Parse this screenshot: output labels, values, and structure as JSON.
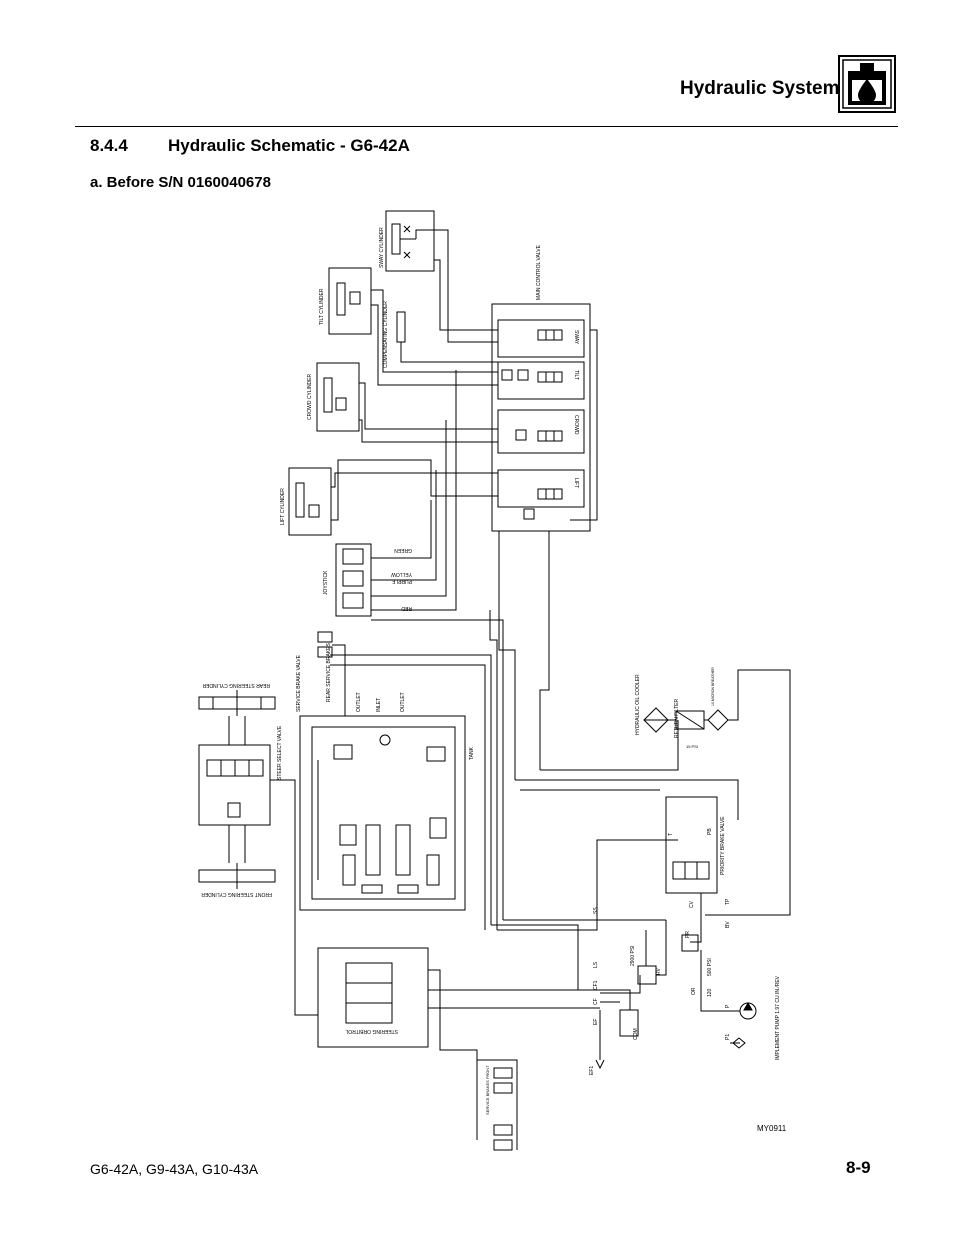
{
  "header": {
    "title": "Hydraulic System"
  },
  "section": {
    "number": "8.4.4",
    "title": "Hydraulic Schematic - G6-42A"
  },
  "subsection": {
    "title": "a.   Before S/N 0160040678"
  },
  "schematic": {
    "labels": {
      "sway_cylinder": "SWAY CYLINDER",
      "tilt_cylinder": "TILT CYLINDER",
      "compensating_cylinder": "COMPENSATING CYLINDER",
      "crowd_cylinder": "CROWD CYLINDER",
      "lift_cylinder": "LIFT CYLINDER",
      "main_control_valve": "MAIN CONTROL VALVE",
      "sway": "SWAY",
      "tilt": "TILT",
      "crowd": "CROWD",
      "lift": "LIFT",
      "joystick": "JOYSTICK",
      "green": "GREEN",
      "yellow": "YELLOW",
      "purple": "PURPLE",
      "red": "RED",
      "rear_service_brakes": "REAR SERVICE BRAKES",
      "service_brake_valve": "SERVICE BRAKE VALVE",
      "rear_steering_cylinder": "REAR STEERING CYLINDER",
      "steer_select_valve": "STEER SELECT VALVE",
      "front_steering_cylinder": "FRONT STEERING CYLINDER",
      "steering_orbitrol": "STEERING ORBITROL",
      "outlet_1": "OUTLET",
      "inlet": "INLET",
      "outlet_2": "OUTLET",
      "tank": "TANK",
      "hydraulic_oil_cooler": "HYDRAULIC OIL COOLER",
      "return_filter": "RETURN FILTER",
      "breather": "10 MICRON BREATHER",
      "priority_brake_valve": "PRIORITY BRAKE VALVE",
      "implement_pump": "IMPLEMENT PUMP 1.97 CU.IN./REV",
      "psi_2900": "2900 PSI",
      "psi_500": "500 PSI",
      "psi_15": "15 PSI",
      "front_service_brakes": "SERVICE BRAKES FRONT",
      "com": "COM",
      "ls": "LS",
      "ef": "EF",
      "ef1": "EF1",
      "cf": "CF",
      "cf1": "CF1",
      "or": "OR",
      "pr": "PR",
      "rv": "RV",
      "pb": "PB",
      "tp": "TP",
      "bv": "BV",
      "cv": "CV",
      "p": "P",
      "p1": "P1",
      "t": "T",
      "ss": "SS",
      "n120": "120"
    }
  },
  "figure_id": "MY0911",
  "footer": {
    "models": "G6-42A, G9-43A, G10-43A",
    "page": "8-9"
  }
}
